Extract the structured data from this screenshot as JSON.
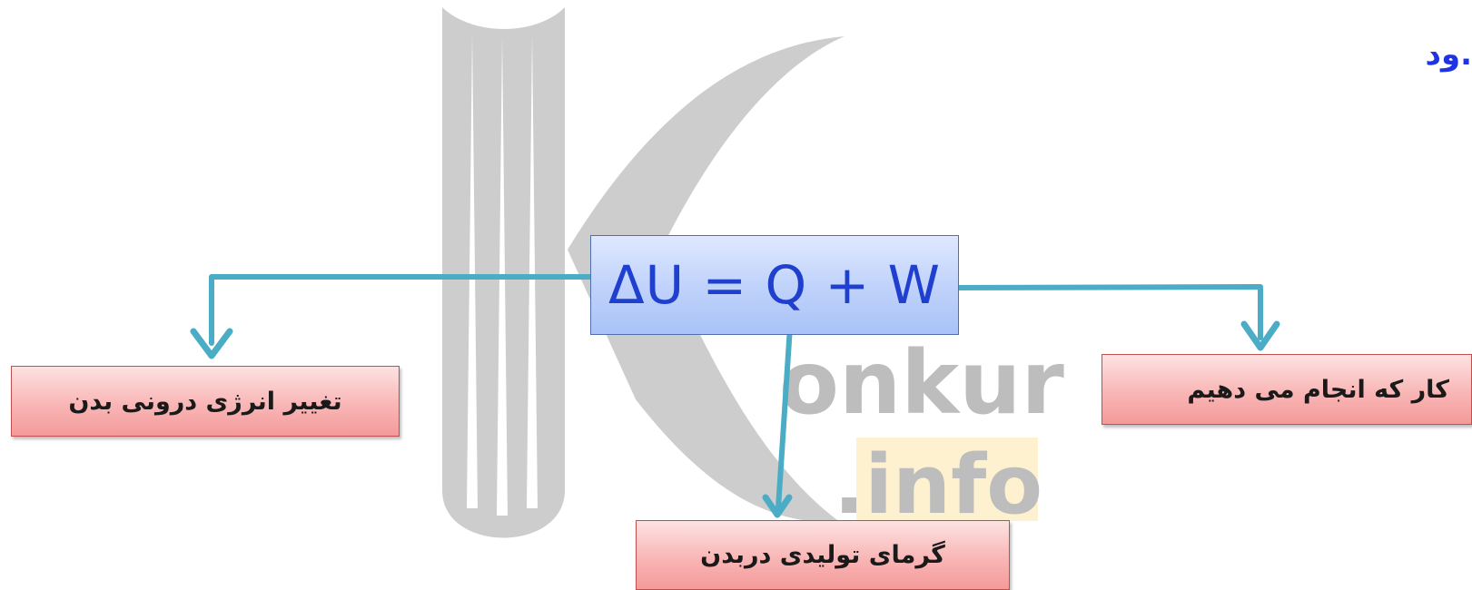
{
  "watermark": {
    "word": "onkur",
    "suffix": ".info"
  },
  "top_text": ".ود",
  "equation": "ΔU = Q + W",
  "labels": {
    "internal_energy": "تغییر انرژی درونی بدن",
    "heat": "گرمای  تولیدی دربدن",
    "work": "کار که انجام می دهیم"
  },
  "colors": {
    "arrow": "#4bacc6",
    "equation_text": "#1f3fcf",
    "top_text": "#1f33e6"
  }
}
